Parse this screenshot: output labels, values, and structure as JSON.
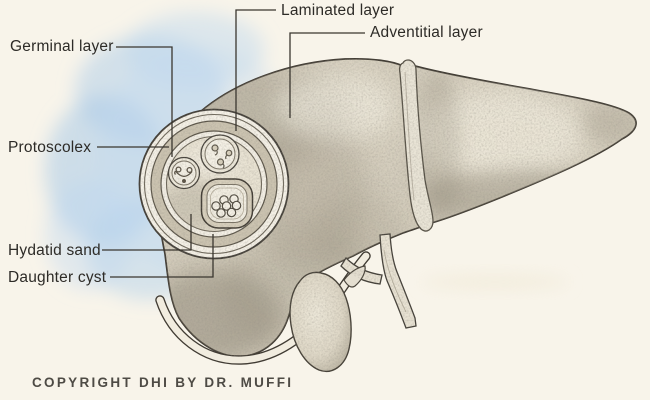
{
  "figure": {
    "labels": {
      "germinal": "Germinal layer",
      "laminated": "Laminated layer",
      "adventitial": "Adventitial layer",
      "protoscolex": "Protoscolex",
      "hydatid_sand": "Hydatid sand",
      "daughter_cyst": "Daughter cyst"
    },
    "copyright": "COPYRIGHT DHI BY DR. MUFFI",
    "colors": {
      "background": "#f8f4ea",
      "watercolor_blue": "#aecdea",
      "ink_outline": "#403b33",
      "leader_line": "#3a362f",
      "label_text": "#2d2b27",
      "liver_base": "#d8d1c0",
      "cyst_band_gray": "#cbc3b0",
      "cyst_white": "#f4f0e6"
    }
  }
}
